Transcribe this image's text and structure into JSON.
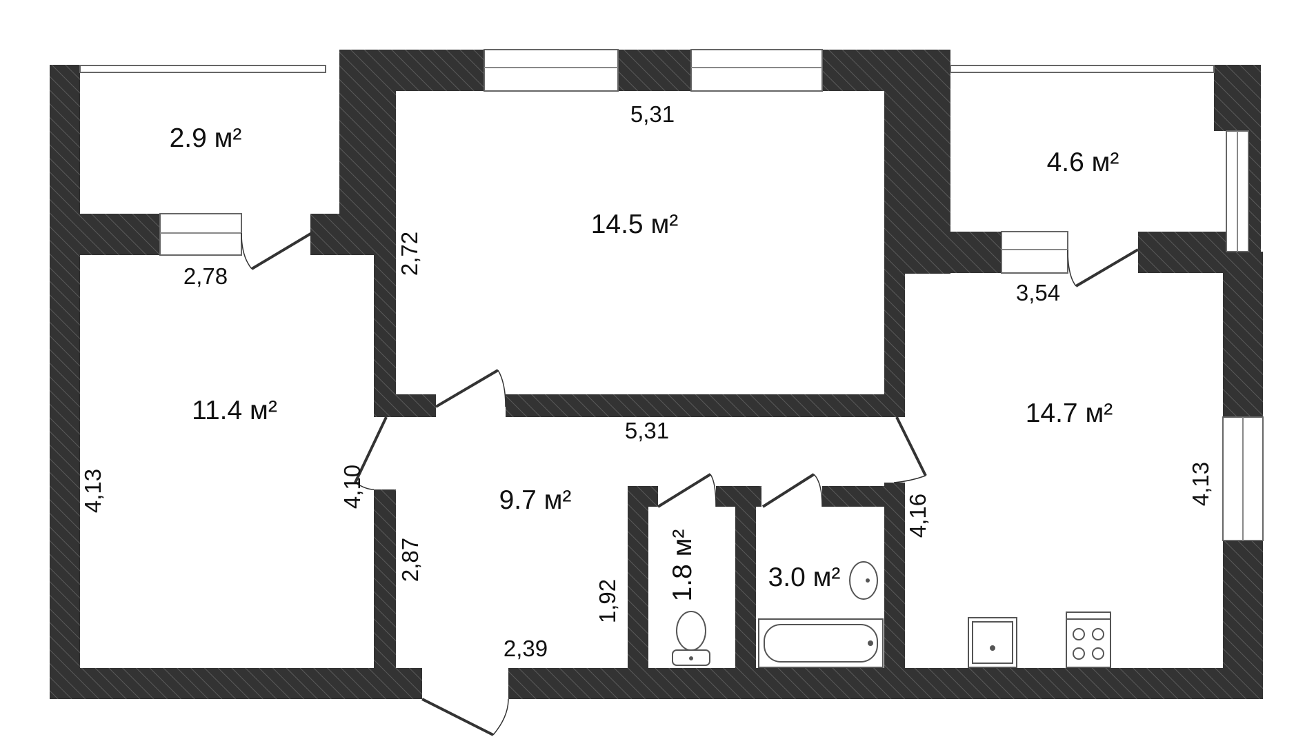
{
  "plan": {
    "colors": {
      "wall": "#333333",
      "hatch": "#555555",
      "background": "#ffffff",
      "fixture": "#555555",
      "door": "#333333"
    },
    "rooms": [
      {
        "id": "balcony-left",
        "area": "2.9 м²"
      },
      {
        "id": "living-room",
        "area": "14.5 м²"
      },
      {
        "id": "balcony-right",
        "area": "4.6 м²"
      },
      {
        "id": "bedroom",
        "area": "11.4 м²"
      },
      {
        "id": "kitchen",
        "area": "14.7 м²"
      },
      {
        "id": "hallway",
        "area": "9.7 м²"
      },
      {
        "id": "toilet",
        "area": "1.8 м²"
      },
      {
        "id": "bathroom",
        "area": "3.0 м²"
      }
    ],
    "dimensions": [
      {
        "id": "living-width-top",
        "value": "5,31"
      },
      {
        "id": "balcony-left-width",
        "value": "2,78"
      },
      {
        "id": "living-height",
        "value": "2,72"
      },
      {
        "id": "balcony-right-width",
        "value": "3,54"
      },
      {
        "id": "hall-width",
        "value": "5,31"
      },
      {
        "id": "bedroom-height",
        "value": "4,13"
      },
      {
        "id": "bedroom-wall-height",
        "value": "4,10"
      },
      {
        "id": "hall-height",
        "value": "2,87"
      },
      {
        "id": "hall-lower-width",
        "value": "2,39"
      },
      {
        "id": "toilet-height",
        "value": "1,92"
      },
      {
        "id": "kitchen-wall-height",
        "value": "4,16"
      },
      {
        "id": "kitchen-height",
        "value": "4,13"
      }
    ],
    "fixtures": [
      "toilet-icon",
      "sink-icon",
      "bathtub-icon",
      "kitchen-sink-icon",
      "stove-icon"
    ]
  }
}
